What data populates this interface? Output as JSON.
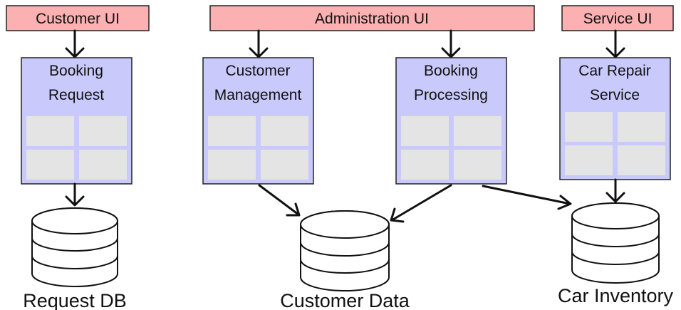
{
  "ui_layers": {
    "customer_ui": "Customer UI",
    "administration_ui": "Administration UI",
    "service_ui": "Service UI"
  },
  "services": {
    "booking_request": [
      "Booking",
      "Request"
    ],
    "customer_management": [
      "Customer",
      "Management"
    ],
    "booking_processing": [
      "Booking",
      "Processing"
    ],
    "car_repair_service": [
      "Car Repair",
      "Service"
    ]
  },
  "databases": {
    "request_db": "Request DB",
    "customer_data": "Customer Data",
    "car_inventory": "Car Inventory"
  },
  "colors": {
    "ui_box": "#fbb1b1",
    "service_box": "#c9c9fb",
    "grid_cell": "#e4e4e4"
  }
}
